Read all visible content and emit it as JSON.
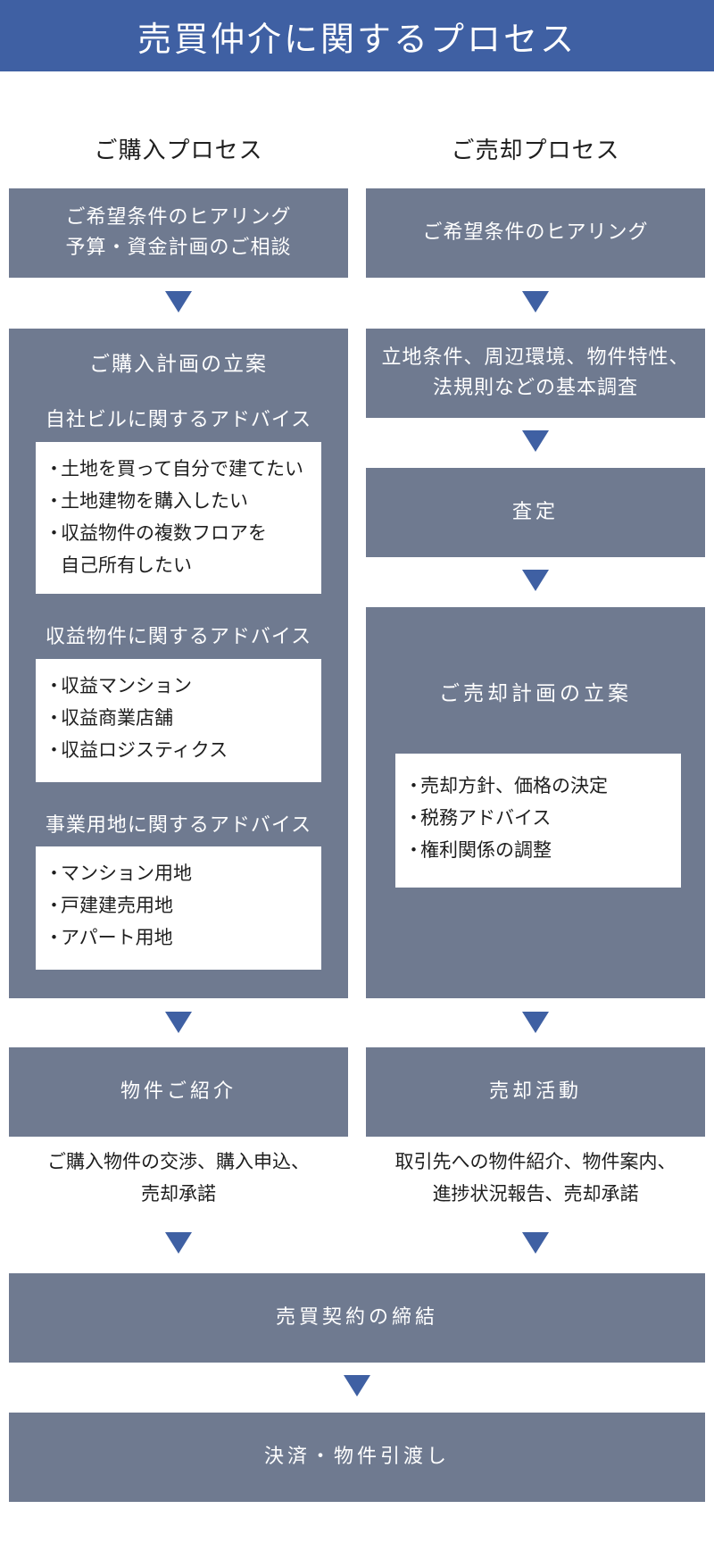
{
  "header": {
    "title": "売買仲介に関するプロセス"
  },
  "purchase": {
    "title": "ご購入プロセス",
    "step1": "ご希望条件のヒアリング\n予算・資金計画のご相談",
    "plan_title": "ご購入計画の立案",
    "sections": [
      {
        "title": "自社ビルに関するアドバイス",
        "items": [
          "土地を買って自分で建てたい",
          "土地建物を購入したい",
          "収益物件の複数フロアを",
          "自己所有したい"
        ]
      },
      {
        "title": "収益物件に関するアドバイス",
        "items": [
          "収益マンション",
          "収益商業店舗",
          "収益ロジスティクス"
        ]
      },
      {
        "title": "事業用地に関するアドバイス",
        "items": [
          "マンション用地",
          "戸建建売用地",
          "アパート用地"
        ]
      }
    ],
    "step3": "物件ご紹介",
    "step3_desc": "ご購入物件の交渉、購入申込、\n売却承諾"
  },
  "sale": {
    "title": "ご売却プロセス",
    "step1": "ご希望条件のヒアリング",
    "step2": "立地条件、周辺環境、物件特性、\n法規則などの基本調査",
    "step3": "査定",
    "plan_title": "ご売却計画の立案",
    "plan_items": [
      "売却方針、価格の決定",
      "税務アドバイス",
      "権利関係の調整"
    ],
    "step5": "売却活動",
    "step5_desc": "取引先への物件紹介、物件案内、\n進捗状況報告、売却承諾"
  },
  "common": {
    "contract": "売買契約の締結",
    "settlement": "決済・物件引渡し"
  },
  "bullet": "・",
  "colors": {
    "header": "#3f60a3",
    "box": "#6f7a90",
    "arrow": "#3f60a3"
  }
}
